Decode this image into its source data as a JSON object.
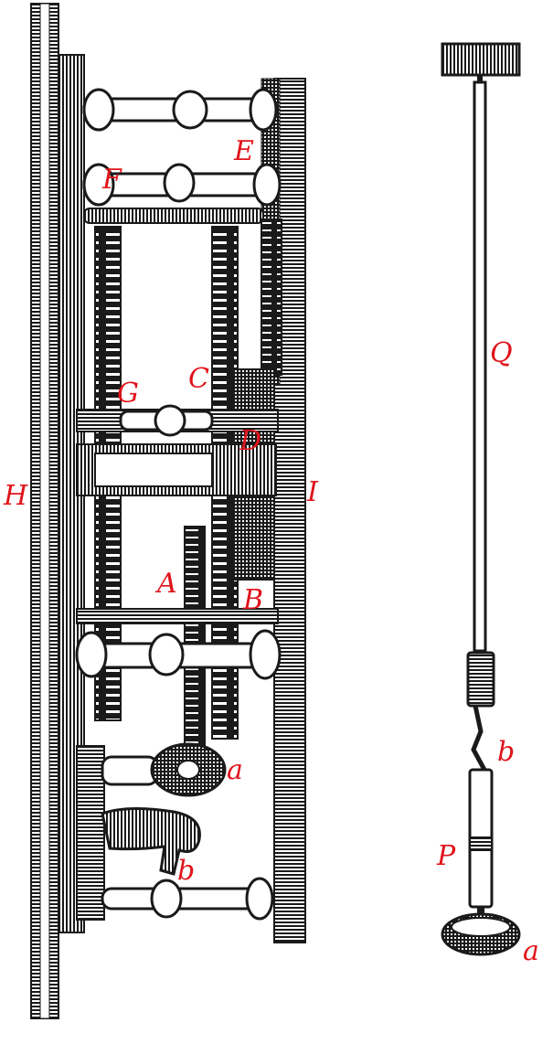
{
  "labels": {
    "E": "E",
    "F": "F",
    "G": "G",
    "C": "C",
    "D": "D",
    "H": "H",
    "I": "I",
    "A": "A",
    "B": "B",
    "a_left": "a",
    "b_left": "b",
    "Q": "Q",
    "b_right": "b",
    "P": "P",
    "a_right": "a"
  },
  "colors": {
    "ink": "#1a1a1a",
    "label": "#e0141b",
    "paper": "#ffffff"
  }
}
